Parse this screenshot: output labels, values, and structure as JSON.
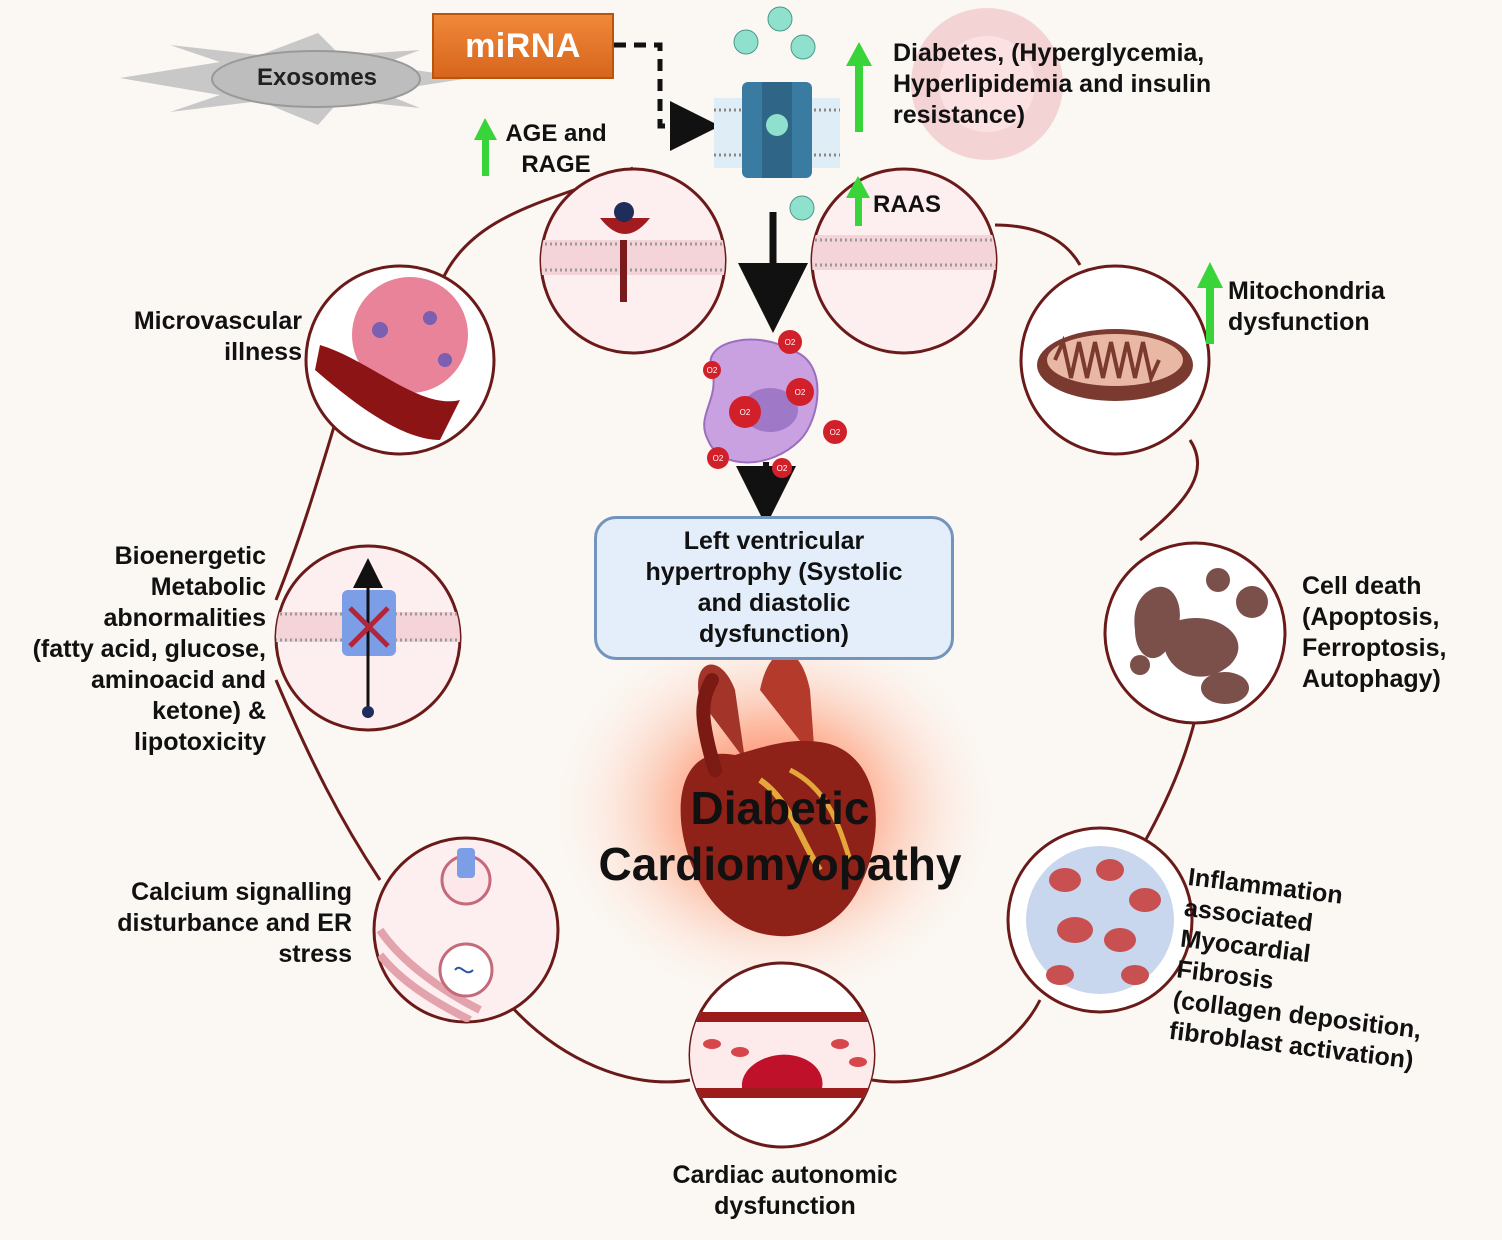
{
  "exosomes": "Exosomes",
  "mirna": "miRNA",
  "diabetes": "Diabetes, (Hyperglycemia,\nHyperlipidemia and insulin\nresistance)",
  "age_rage": "AGE and\nRAGE",
  "raas": "RAAS",
  "mitochondria": "Mitochondria\ndysfunction",
  "microvascular": "Microvascular\nillness",
  "bioenergetic": "Bioenergetic\nMetabolic\nabnormalities\n(fatty acid, glucose,\naminoacid and\nketone) &\nlipotoxicity",
  "lvh": "Left ventricular\nhypertrophy (Systolic\nand diastolic\ndysfunction)",
  "cell_death": "Cell death\n(Apoptosis,\nFerroptosis,\nAutophagy)",
  "title": "Diabetic\nCardiomyopathy",
  "calcium": "Calcium signalling\ndisturbance and ER\nstress",
  "inflammation": "Inflammation\nassociated\nMyocardial\nFibrosis\n(collagen deposition,\nfibroblast activation)",
  "autonomic": "Cardiac autonomic\ndysfunction",
  "ros_label": "O2",
  "colors": {
    "ring": "#6b1a1a",
    "up_arrow": "#39d43a",
    "mirna": "#e5772a",
    "lvh_fill": "#e3eefa",
    "heart_glow": "#ff5a2a"
  }
}
